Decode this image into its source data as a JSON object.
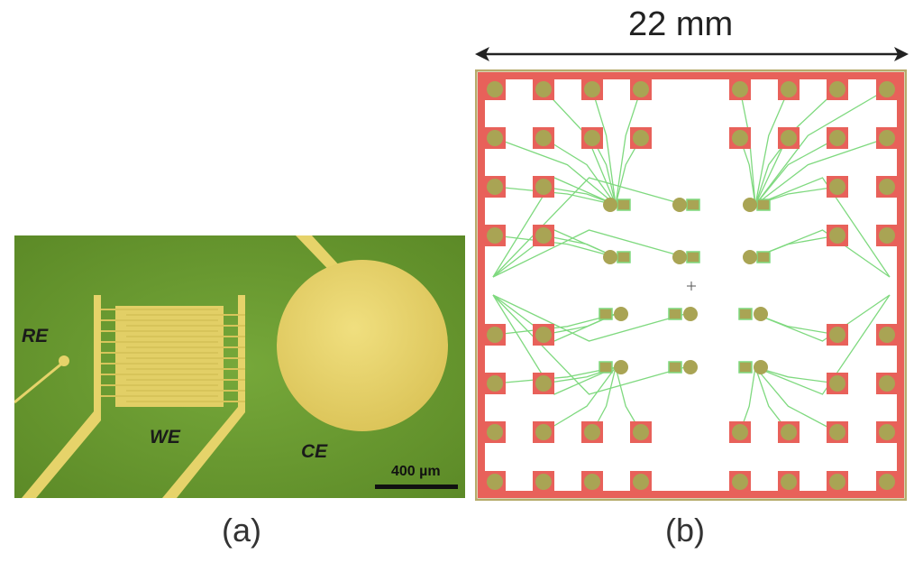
{
  "panel_a": {
    "caption": "(a)",
    "labels": {
      "re": "RE",
      "we": "WE",
      "ce": "CE"
    },
    "scale_bar": "400 µm",
    "colors": {
      "substrate": "#6a9a2f",
      "gold": "#e6d36a",
      "gold_dark": "#c9b84a"
    }
  },
  "panel_b": {
    "caption": "(b)",
    "dimension": "22 mm",
    "colors": {
      "frame": "#e8615a",
      "pad": "#a9a454",
      "trace": "#7fd97f",
      "border": "#b6ab6b"
    }
  }
}
